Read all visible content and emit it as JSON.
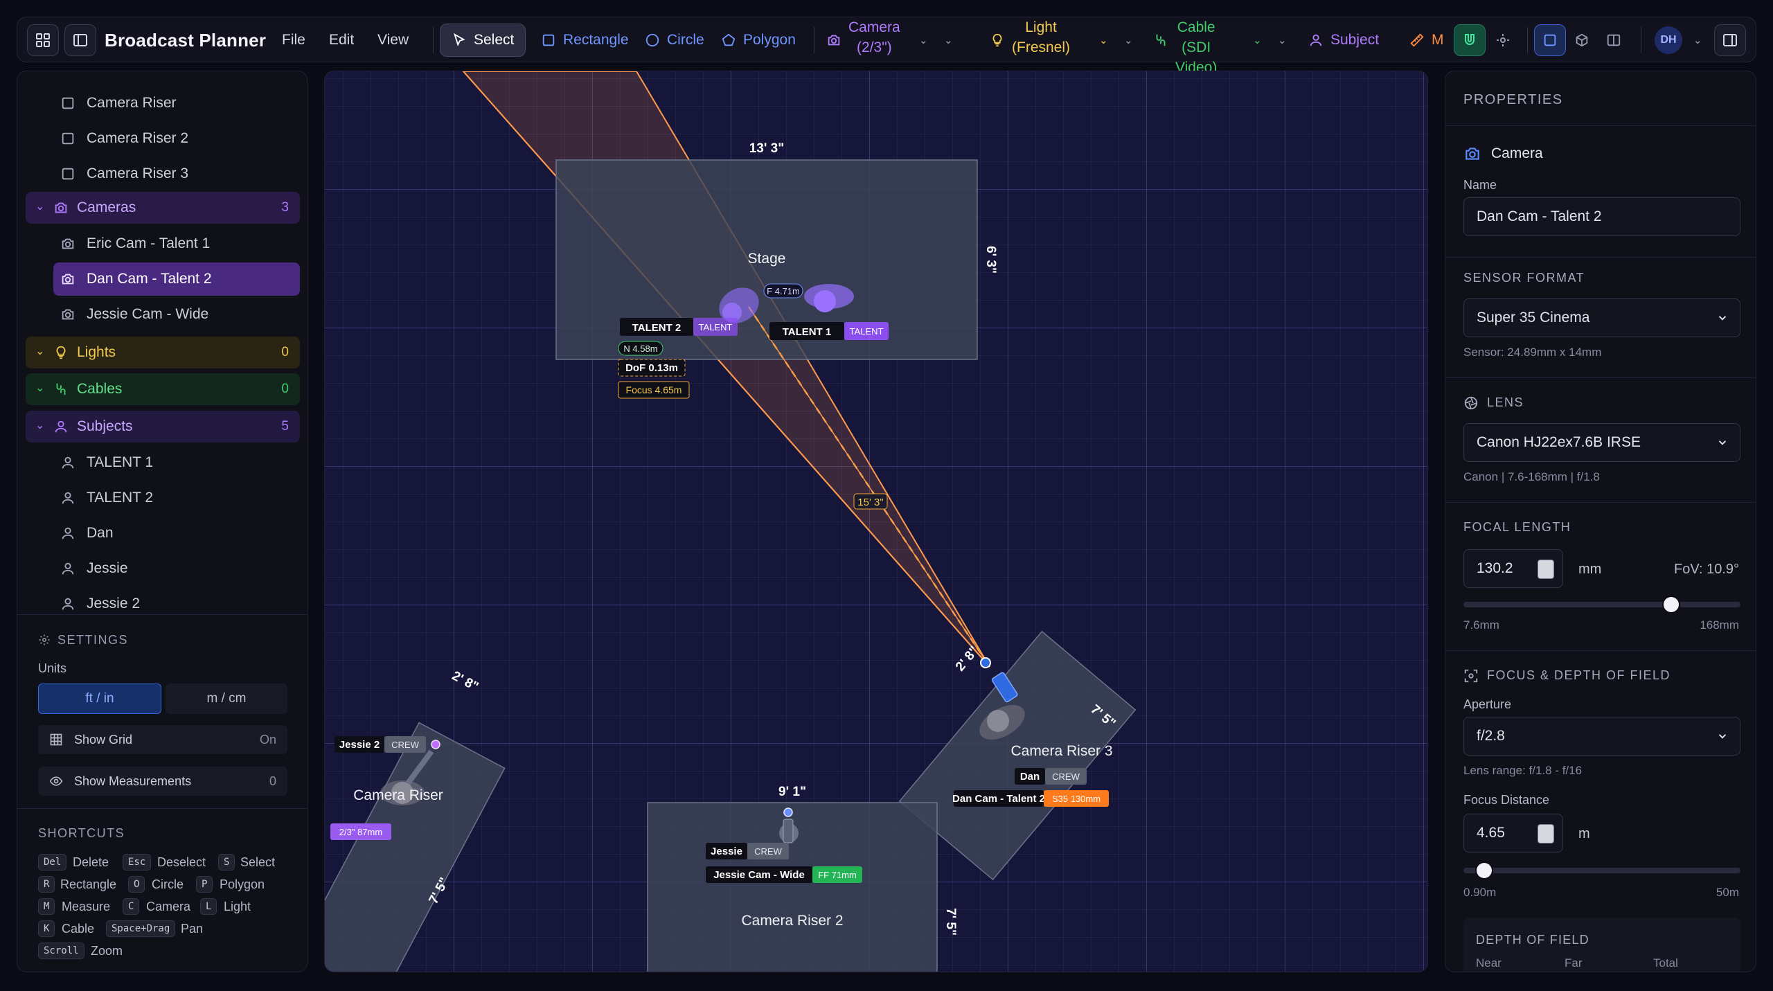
{
  "app": {
    "title": "Broadcast Planner",
    "avatar_initials": "DH"
  },
  "menu": {
    "file": "File",
    "edit": "Edit",
    "view": "View"
  },
  "tools": {
    "select": "Select",
    "rectangle": "Rectangle",
    "circle": "Circle",
    "polygon": "Polygon",
    "camera_line1": "Camera",
    "camera_line2": "(2/3\")",
    "light_line1": "Light",
    "light_line2": "(Fresnel)",
    "cable_line1": "Cable",
    "cable_line2": "(SDI",
    "cable_line3": "Video)",
    "subject": "Subject",
    "measure_partial": "M"
  },
  "colors": {
    "accent_blue": "#5b8cff",
    "camera_purple": "#b07cff",
    "light_yellow": "#f2c94c",
    "cable_green": "#3ecf6a",
    "measure_orange": "#ff8a3d"
  },
  "sidebar": {
    "risers": [
      "Camera Riser",
      "Camera Riser 2",
      "Camera Riser 3"
    ],
    "groups": {
      "cameras": {
        "label": "Cameras",
        "count": "3",
        "items": [
          "Eric Cam - Talent 1",
          "Dan Cam - Talent 2",
          "Jessie Cam - Wide"
        ]
      },
      "lights": {
        "label": "Lights",
        "count": "0"
      },
      "cables": {
        "label": "Cables",
        "count": "0"
      },
      "subjects": {
        "label": "Subjects",
        "count": "5",
        "items": [
          "TALENT 1",
          "TALENT 2",
          "Dan",
          "Jessie",
          "Jessie 2"
        ]
      }
    },
    "settings": {
      "title": "SETTINGS",
      "units_label": "Units",
      "unit_imperial": "ft / in",
      "unit_metric": "m / cm",
      "show_grid": "Show Grid",
      "show_grid_value": "On",
      "show_measurements": "Show Measurements",
      "show_measurements_value": "0"
    },
    "shortcuts": {
      "title": "SHORTCUTS",
      "items": [
        {
          "key": "Del",
          "desc": "Delete"
        },
        {
          "key": "Esc",
          "desc": "Deselect"
        },
        {
          "key": "S",
          "desc": "Select"
        },
        {
          "key": "R",
          "desc": "Rectangle"
        },
        {
          "key": "O",
          "desc": "Circle"
        },
        {
          "key": "P",
          "desc": "Polygon"
        },
        {
          "key": "M",
          "desc": "Measure"
        },
        {
          "key": "C",
          "desc": "Camera"
        },
        {
          "key": "L",
          "desc": "Light"
        },
        {
          "key": "K",
          "desc": "Cable"
        },
        {
          "key": "Space+Drag",
          "desc": "Pan"
        },
        {
          "key": "Scroll",
          "desc": "Zoom"
        }
      ]
    }
  },
  "canvas": {
    "stage": {
      "label": "Stage",
      "width": "13' 3\"",
      "depth": "6' 3\""
    },
    "riser1": {
      "label": "Camera Riser",
      "width": "2' 8\"",
      "depth": "7' 5\""
    },
    "riser2": {
      "label": "Camera Riser 2",
      "width": "9' 1\"",
      "depth": "7' 5\""
    },
    "riser3": {
      "label": "Camera Riser 3",
      "width": "2' 8\"",
      "depth": "7' 5\""
    },
    "sight_distance": "15' 3\"",
    "talent1": {
      "name": "TALENT 1",
      "tag": "TALENT"
    },
    "talent2": {
      "name": "TALENT 2",
      "tag": "TALENT"
    },
    "dof": {
      "far": "F 4.71m",
      "near": "N 4.58m",
      "dof": "DoF 0.13m",
      "focus": "Focus 4.65m"
    },
    "dan": {
      "name": "Dan",
      "tag": "CREW"
    },
    "jessie": {
      "name": "Jessie",
      "tag": "CREW"
    },
    "jessie2": {
      "name": "Jessie 2",
      "tag": "CREW"
    },
    "cam_dan": {
      "name": "Dan Cam - Talent 2",
      "badge": "S35 130mm"
    },
    "cam_jessie": {
      "name": "Jessie Cam - Wide",
      "badge": "FF 71mm"
    },
    "cam_eric_badge": "2/3\" 87mm"
  },
  "properties": {
    "title": "PROPERTIES",
    "type": "Camera",
    "name_label": "Name",
    "name_value": "Dan Cam - Talent 2",
    "sensor_title": "SENSOR FORMAT",
    "sensor_value": "Super 35 Cinema",
    "sensor_hint": "Sensor: 24.89mm x 14mm",
    "lens_title": "LENS",
    "lens_value": "Canon HJ22ex7.6B IRSE",
    "lens_hint": "Canon | 7.6-168mm | f/1.8",
    "focal_title": "FOCAL LENGTH",
    "focal_value": "130.2",
    "focal_unit": "mm",
    "fov": "FoV: 10.9°",
    "focal_min": "7.6mm",
    "focal_max": "168mm",
    "focal_fraction": 0.75,
    "focus_title": "FOCUS & DEPTH OF FIELD",
    "aperture_label": "Aperture",
    "aperture_value": "f/2.8",
    "aperture_hint": "Lens range: f/1.8 - f/16",
    "focus_label": "Focus Distance",
    "focus_value": "4.65",
    "focus_unit": "m",
    "focus_min": "0.90m",
    "focus_max": "50m",
    "focus_fraction": 0.075,
    "dof_title": "DEPTH OF FIELD",
    "dof_cols": [
      "Near",
      "Far",
      "Total"
    ]
  }
}
